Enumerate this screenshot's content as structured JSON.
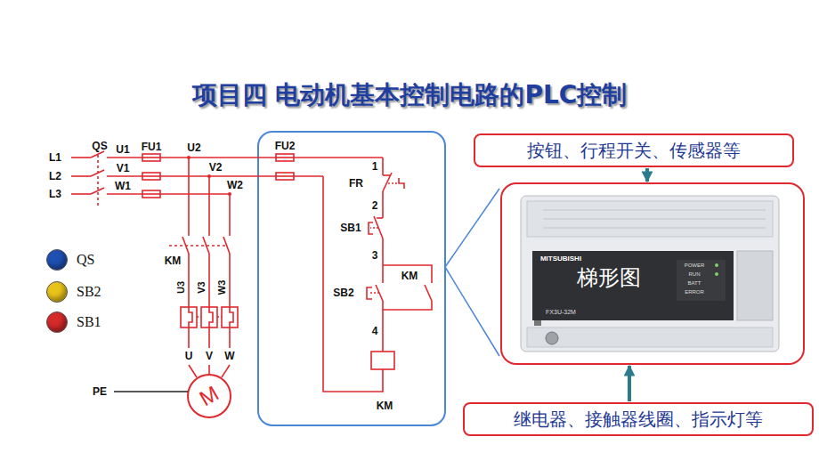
{
  "diagram": {
    "title": "项目四  电动机基本控制电路的PLC控制",
    "nodes": [
      {
        "text": [
          "按钮、行程开关、传感器等"
        ]
      },
      {
        "text": [
          "梯形图"
        ]
      },
      {
        "text": [
          "继电器、接触器线圈、指示灯等"
        ]
      }
    ],
    "edges": [
      {
        "from": 0,
        "to": 1,
        "arrow": "to"
      },
      {
        "from": 2,
        "to": 1,
        "arrow": "to"
      }
    ],
    "labels": [
      "L1",
      "L2",
      "L3",
      "QS",
      "U1",
      "V1",
      "W1",
      "FU1",
      "U2",
      "V2",
      "W2",
      "KM",
      "U3",
      "V3",
      "W3",
      "U",
      "V",
      "W",
      "PE",
      "M",
      "FU2",
      "1",
      "FR",
      "2",
      "SB1",
      "3",
      "KM",
      "SB2",
      "4",
      "KM",
      "MITSUBISHI",
      "FX3U-32M",
      "POWER",
      "RUN",
      "BATT",
      "ERROR"
    ],
    "legend": [
      {
        "text": "QS",
        "color": "#1e4fb3"
      },
      {
        "text": "SB2",
        "color": "#e9c21a"
      },
      {
        "text": "SB1",
        "color": "#d42a2a"
      }
    ]
  }
}
